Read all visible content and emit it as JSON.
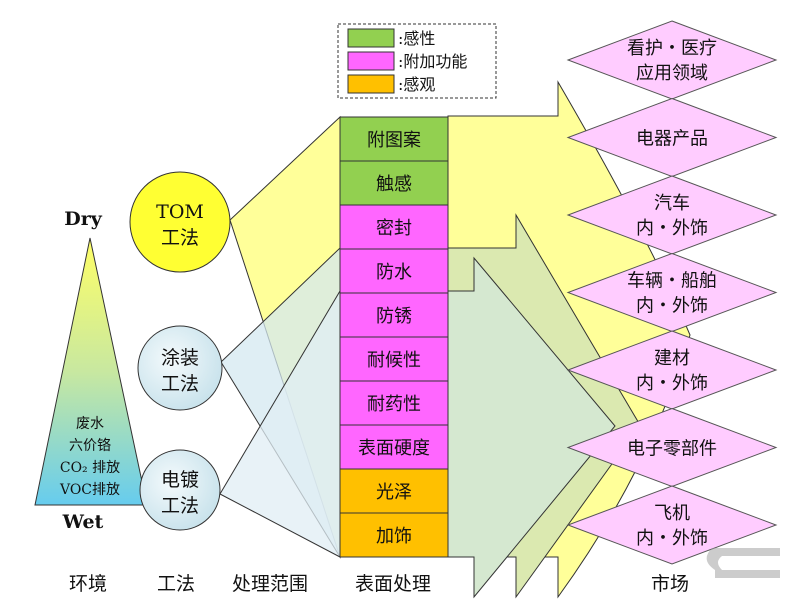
{
  "colors": {
    "sensory": "#92d050",
    "function": "#ff66ff",
    "visual": "#ffc000",
    "market": "#ffccff",
    "tom": "#ffff33"
  },
  "legend": [
    {
      "label": ":感性",
      "color": "#92d050"
    },
    {
      "label": ":附加功能",
      "color": "#ff66ff"
    },
    {
      "label": ":感观",
      "color": "#ffc000"
    }
  ],
  "environment": {
    "top": "Dry",
    "bottom": "Wet",
    "lines": [
      "废水",
      "六价铬",
      "CO₂ 排放",
      "VOC排放"
    ]
  },
  "methods": [
    {
      "line1": "TOM",
      "line2": "工法"
    },
    {
      "line1": "涂装",
      "line2": "工法"
    },
    {
      "line1": "电镀",
      "line2": "工法"
    }
  ],
  "treatments": [
    {
      "label": "附图案",
      "cat": "sensory"
    },
    {
      "label": "触感",
      "cat": "sensory"
    },
    {
      "label": "密封",
      "cat": "function"
    },
    {
      "label": "防水",
      "cat": "function"
    },
    {
      "label": "防锈",
      "cat": "function"
    },
    {
      "label": "耐候性",
      "cat": "function"
    },
    {
      "label": "耐药性",
      "cat": "function"
    },
    {
      "label": "表面硬度",
      "cat": "function"
    },
    {
      "label": "光泽",
      "cat": "visual"
    },
    {
      "label": "加饰",
      "cat": "visual"
    }
  ],
  "markets": [
    [
      "看护・医疗",
      "应用领域"
    ],
    [
      "电器产品"
    ],
    [
      "汽车",
      "内・外饰"
    ],
    [
      "车辆・船舶",
      "内・外饰"
    ],
    [
      "建材",
      "内・外饰"
    ],
    [
      "电子零部件"
    ],
    [
      "飞机",
      "内・外饰"
    ]
  ],
  "footer": [
    "环境",
    "工法",
    "处理范围",
    "表面处理",
    "市场"
  ]
}
